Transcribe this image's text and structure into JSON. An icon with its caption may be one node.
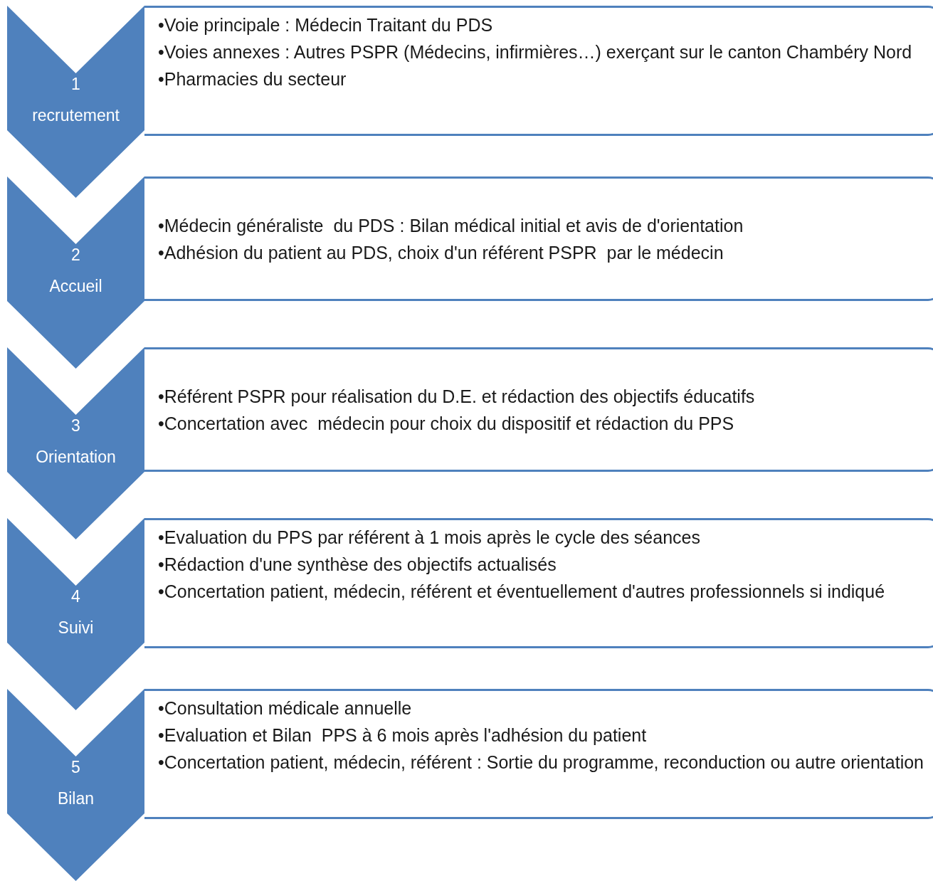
{
  "diagram": {
    "nodes": [
      {
        "text": [
          "1",
          "recrutement"
        ]
      },
      {
        "text": [
          "•Voie principale : Médecin Traitant du PDS",
          "•Voies annexes : Autres PSPR (Médecins, infirmières…) exerçant sur le canton Chambéry Nord",
          "•Pharmacies du secteur"
        ]
      },
      {
        "text": [
          "2",
          "Accueil"
        ]
      },
      {
        "text": [
          "•Médecin généraliste  du PDS : Bilan médical initial et avis de d'orientation",
          "•Adhésion du patient au PDS, choix d'un référent PSPR  par le médecin"
        ]
      },
      {
        "text": [
          "3",
          "Orientation"
        ]
      },
      {
        "text": [
          "•Référent PSPR pour réalisation du D.E. et rédaction des objectifs éducatifs",
          "•Concertation avec  médecin pour choix du dispositif et rédaction du PPS"
        ]
      },
      {
        "text": [
          "4",
          "Suivi"
        ]
      },
      {
        "text": [
          "•Evaluation du PPS par référent à 1 mois après le cycle des séances",
          "•Rédaction d'une synthèse des objectifs actualisés",
          "•Concertation patient, médecin, référent et éventuellement d'autres professionnels si indiqué"
        ]
      },
      {
        "text": [
          "5",
          "Bilan"
        ]
      },
      {
        "text": [
          "•Consultation médicale annuelle",
          "•Evaluation et Bilan  PPS à 6 mois après l'adhésion du patient",
          "•Concertation patient, médecin, référent : Sortie du programme, reconduction ou autre orientation"
        ]
      }
    ]
  }
}
